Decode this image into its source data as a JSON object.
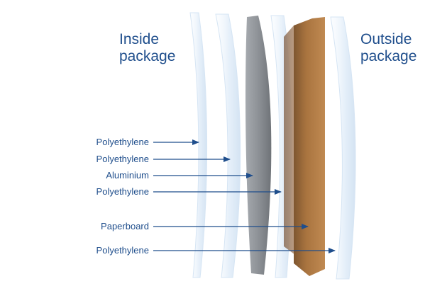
{
  "headings": {
    "inside": {
      "line1": "Inside",
      "line2": "package"
    },
    "outside": {
      "line1": "Outside",
      "line2": "package"
    }
  },
  "layers": [
    {
      "label": "Polyethylene",
      "material": "polyethylene"
    },
    {
      "label": "Polyethylene",
      "material": "polyethylene"
    },
    {
      "label": "Aluminium",
      "material": "aluminium"
    },
    {
      "label": "Polyethylene",
      "material": "polyethylene"
    },
    {
      "label": "Paperboard",
      "material": "paperboard"
    },
    {
      "label": "Polyethylene",
      "material": "polyethylene"
    }
  ],
  "colors": {
    "text": "#1f4e8c",
    "arrow": "#1f4e8c",
    "polyethylene": "#dbe9f7",
    "aluminium": "#8e9297",
    "paperboard": "#a8733f"
  }
}
